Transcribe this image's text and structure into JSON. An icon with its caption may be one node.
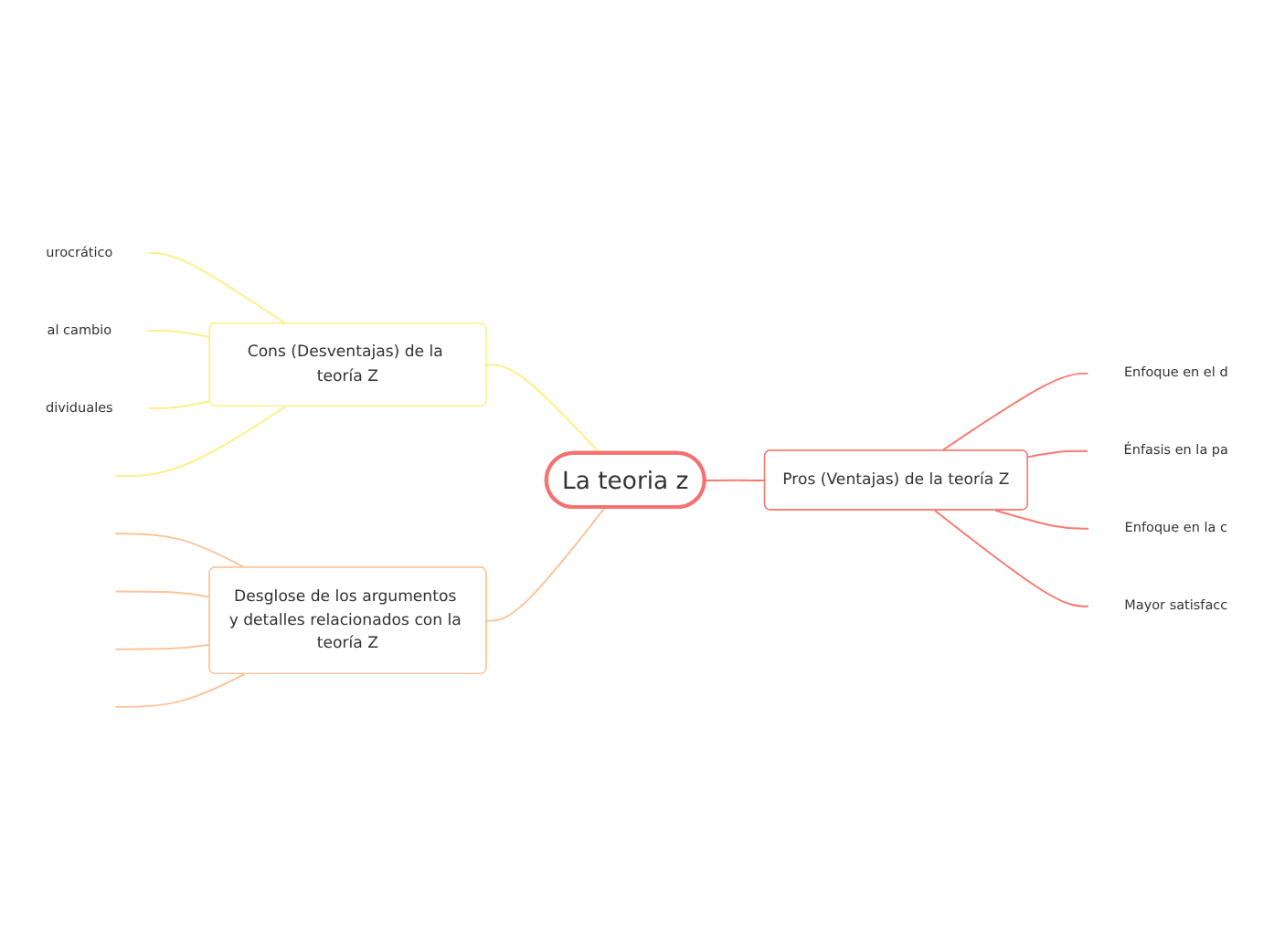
{
  "diagram": {
    "nodes": [
      {
        "text": [
          "La teoria z"
        ]
      },
      {
        "text": [
          "Cons (Desventajas) de la teoría Z"
        ]
      },
      {
        "text": [
          "urocrático"
        ]
      },
      {
        "text": [
          "al cambio"
        ]
      },
      {
        "text": [
          "dividuales"
        ]
      },
      {
        "text": [
          "Desglose de los argumentos y detalles relacionados con la teoría Z"
        ]
      },
      {
        "text": [
          "Pros (Ventajas) de la teoría Z"
        ]
      },
      {
        "text": [
          "Enfoque en el d"
        ]
      },
      {
        "text": [
          "Énfasis en la pa"
        ]
      },
      {
        "text": [
          "Enfoque en la c"
        ]
      },
      {
        "text": [
          "Mayor satisfacc"
        ]
      }
    ],
    "edges": [
      {
        "from": 1,
        "to": 0,
        "arrow": "none",
        "color": "#fdf08a"
      },
      {
        "from": 2,
        "to": 1,
        "arrow": "none",
        "color": "#fdf08a"
      },
      {
        "from": 3,
        "to": 1,
        "arrow": "none",
        "color": "#fdf08a"
      },
      {
        "from": 4,
        "to": 1,
        "arrow": "none",
        "color": "#fdf08a"
      },
      {
        "from": null,
        "to": 1,
        "arrow": "none",
        "color": "#fdf08a"
      },
      {
        "from": 5,
        "to": 0,
        "arrow": "none",
        "color": "#fdc49a"
      },
      {
        "from": null,
        "to": 5,
        "arrow": "none",
        "color": "#fdc49a"
      },
      {
        "from": null,
        "to": 5,
        "arrow": "none",
        "color": "#fdc49a"
      },
      {
        "from": null,
        "to": 5,
        "arrow": "none",
        "color": "#fdc49a"
      },
      {
        "from": null,
        "to": 5,
        "arrow": "none",
        "color": "#fdc49a"
      },
      {
        "from": 0,
        "to": 6,
        "arrow": "none",
        "color": "#f87a72"
      },
      {
        "from": 6,
        "to": 7,
        "arrow": "none",
        "color": "#f87a72"
      },
      {
        "from": 6,
        "to": 8,
        "arrow": "none",
        "color": "#f87a72"
      },
      {
        "from": 6,
        "to": 9,
        "arrow": "none",
        "color": "#f87a72"
      },
      {
        "from": 6,
        "to": 10,
        "arrow": "none",
        "color": "#f87a72"
      }
    ]
  }
}
